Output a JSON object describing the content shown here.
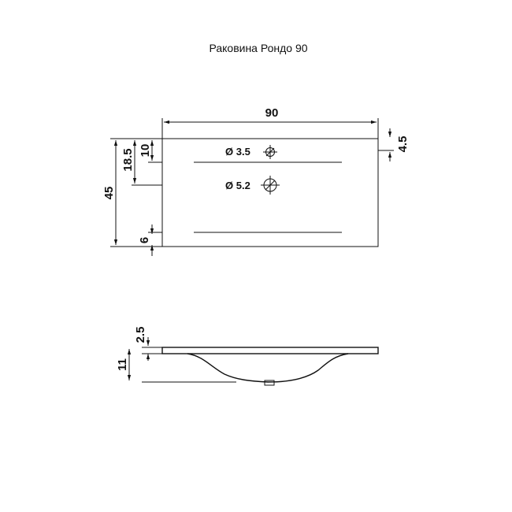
{
  "title": "Раковина Рондо 90",
  "top_view": {
    "width": "90",
    "depth": "45",
    "dim_18_5": "18.5",
    "dim_10": "10",
    "dim_6": "6",
    "dim_4_5": "4.5",
    "hole_small": "Ø 3.5",
    "hole_large": "Ø 5.2"
  },
  "side_view": {
    "thickness": "2.5",
    "height": "11"
  },
  "colors": {
    "line": "#111111",
    "background": "#ffffff"
  }
}
